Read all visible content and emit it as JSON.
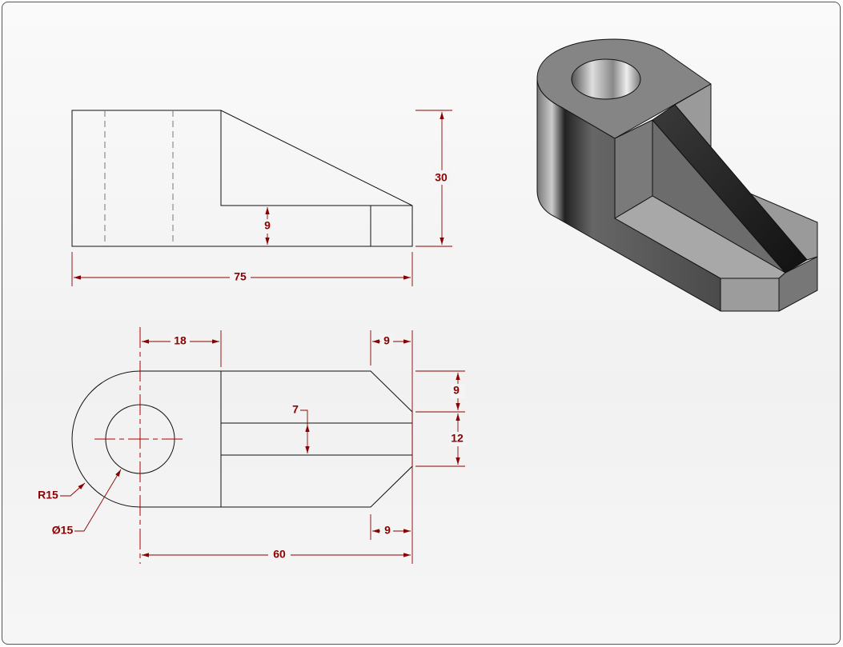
{
  "front_view": {
    "dimensions": {
      "height": "30",
      "step_height": "9",
      "length": "75"
    }
  },
  "top_view": {
    "dimensions": {
      "boss_length": "18",
      "chamfer_top": "9",
      "chamfer_bottom": "9",
      "overall_length": "60",
      "chamfer_vertical": "9",
      "end_face": "12",
      "slot_width": "7",
      "radius": "R15",
      "hole_diameter": "Ø15"
    }
  },
  "colors": {
    "dimension": "#8b0000",
    "outline": "#111111"
  }
}
